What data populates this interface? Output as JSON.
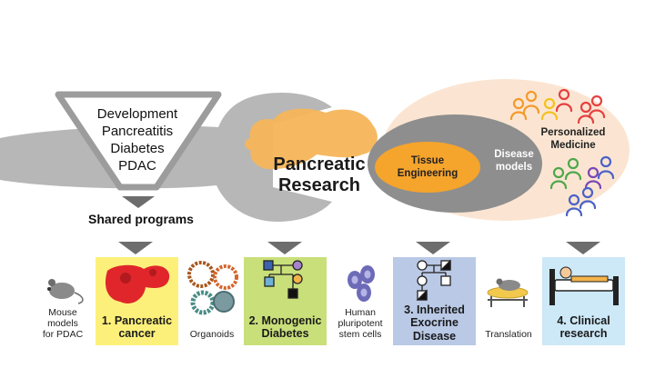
{
  "funnel_items": [
    "Development",
    "Pancreatitis",
    "Diabetes",
    "PDAC"
  ],
  "shared_programs": "Shared programs",
  "center_title": [
    "Pancreatic",
    "Research"
  ],
  "tissue_engineering": [
    "Tissue",
    "Engineering"
  ],
  "disease_models": [
    "Disease",
    "models"
  ],
  "personalized_medicine": [
    "Personalized",
    "Medicine"
  ],
  "bottom_row": {
    "mouse": [
      "Mouse",
      "models",
      "for PDAC"
    ],
    "box1": [
      "1. Pancreatic",
      "cancer"
    ],
    "organoids": "Organoids",
    "box2": [
      "2. Monogenic",
      "Diabetes"
    ],
    "stem_cells": [
      "Human",
      "pluripotent",
      "stem cells"
    ],
    "box3": [
      "3. Inherited",
      "Exocrine",
      "Disease"
    ],
    "translation": "Translation",
    "box4": [
      "4. Clinical",
      "research"
    ]
  },
  "colors": {
    "wrench": "#b7b7b7",
    "funnel": "#9c9c9c",
    "arrow": "#6d6d6d",
    "pancreas": "#f6b55a",
    "outer_ellipse": "#fbe5d2",
    "inner_ellipse": "#8e8e8e",
    "tissue_ellipse": "#f5a42c",
    "box1": "#fdf07a",
    "box2": "#c9df7a",
    "box3": "#b9c9e6",
    "box4": "#cde8f7"
  },
  "icons": [
    "mouse-icon",
    "tumor-icon",
    "organoid-icon",
    "pedigree-icon",
    "stem-cell-icon",
    "lab-mouse-icon",
    "patient-bed-icon",
    "person-icon"
  ]
}
